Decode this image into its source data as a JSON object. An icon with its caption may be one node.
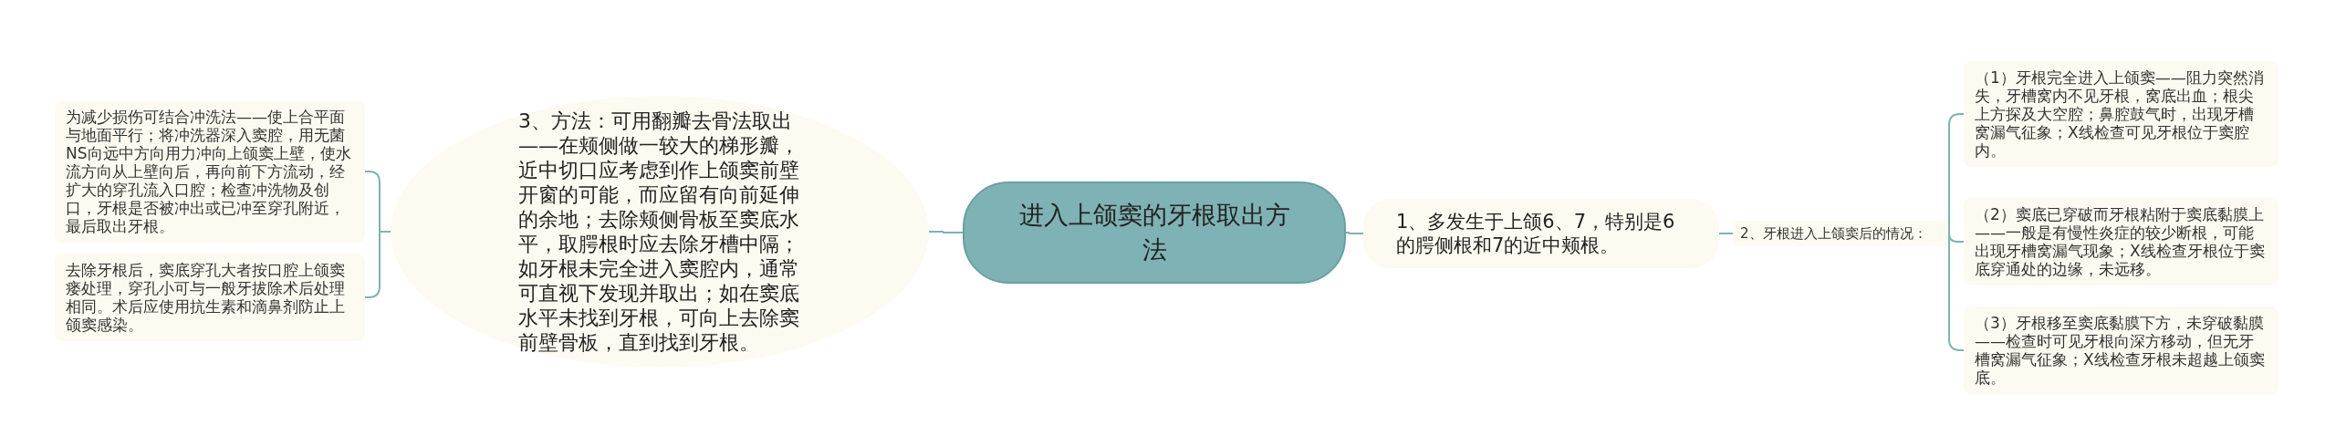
{
  "diagram": {
    "nodes": [
      {
        "text": [
          "进入上颌窦的牙根取出方法"
        ]
      },
      {
        "text": [
          "3、方法：可用翻瓣去骨法取出——在颊侧做一较大的梯形瓣，近中切口应考虑到作上颌窦前壁开窗的可能，而应留有向前延伸的余地；去除颊侧骨板至窦底水平，取腭根时应去除牙槽中隔；如牙根未完全进入窦腔内，通常可直视下发现并取出；如在窦底水平未找到牙根，可向上去除窦前壁骨板，直到找到牙根。"
        ]
      },
      {
        "text": [
          "为减少损伤可结合冲洗法——使上合平面与地面平行；将冲洗器深入窦腔，用无菌NS向远中方向用力冲向上颌窦上壁，使水流方向从上壁向后，再向前下方流动，经扩大的穿孔流入口腔；检查冲洗物及创口，牙根是否被冲出或已冲至穿孔附近，最后取出牙根。"
        ]
      },
      {
        "text": [
          "去除牙根后，窦底穿孔大者按口腔上颌窦瘘处理，穿孔小可与一般牙拔除术后处理相同。术后应使用抗生素和滴鼻剂防止上颌窦感染。"
        ]
      },
      {
        "text": [
          "1、多发生于上颌6、7，特别是6的腭侧根和7的近中颊根。"
        ]
      },
      {
        "text": [
          "2、牙根进入上颌窦后的情况："
        ]
      },
      {
        "text": [
          "（1）牙根完全进入上颌窦——阻力突然消失，牙槽窝内不见牙根，窝底出血；根尖上方探及大空腔；鼻腔鼓气时，出现牙槽窝漏气征象；X线检查可见牙根位于窦腔内。"
        ]
      },
      {
        "text": [
          "（2）窦底已穿破而牙根粘附于窦底黏膜上——一般是有慢性炎症的较少断根，可能出现牙槽窝漏气现象；X线检查牙根位于窦底穿通处的边缘，未远移。"
        ]
      },
      {
        "text": [
          "（3）牙根移至窦底黏膜下方，未穿破黏膜——检查时可见牙根向深方移动，但无牙槽窝漏气征象；X线检查牙根未超越上颌窦底。"
        ]
      }
    ],
    "edges": [
      {
        "from": 0,
        "to": 1,
        "arrow": "none"
      },
      {
        "from": 1,
        "to": 2,
        "arrow": "none"
      },
      {
        "from": 1,
        "to": 3,
        "arrow": "none"
      },
      {
        "from": 0,
        "to": 4,
        "arrow": "none"
      },
      {
        "from": 4,
        "to": 5,
        "arrow": "none"
      },
      {
        "from": 5,
        "to": 6,
        "arrow": "none"
      },
      {
        "from": 5,
        "to": 7,
        "arrow": "none"
      },
      {
        "from": 5,
        "to": 8,
        "arrow": "none"
      }
    ]
  }
}
